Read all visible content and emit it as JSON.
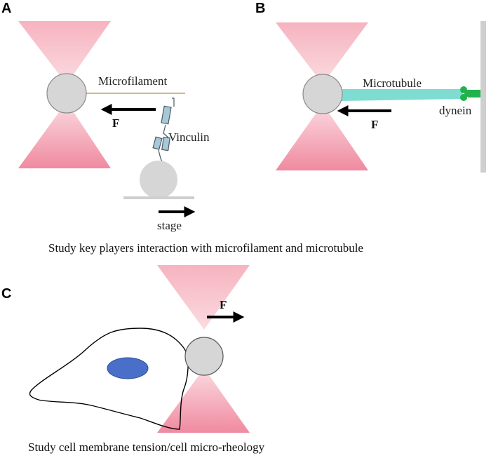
{
  "panels": {
    "a": {
      "label": "A",
      "microfilament_label": "Microfilament",
      "force_label": "F",
      "vinculin_label": "Vinculin",
      "stage_label": "stage"
    },
    "b": {
      "label": "B",
      "microtubule_label": "Microtubule",
      "force_label": "F",
      "dynein_label": "dynein"
    },
    "c": {
      "label": "C",
      "force_label": "F"
    }
  },
  "captions": {
    "top": "Study key players interaction with microfilament and microtubule",
    "bottom": "Study cell membrane tension/cell micro-rheology"
  },
  "colors": {
    "laser_pink": "#f3a3b3",
    "bead_gray": "#d6d6d6",
    "microfilament": "#c8a24a",
    "microtubule": "#7fdcd0",
    "dynein_green": "#22b24c",
    "nucleus_blue": "#4a6fc8",
    "vinculin_blue": "#a9c8d6"
  }
}
